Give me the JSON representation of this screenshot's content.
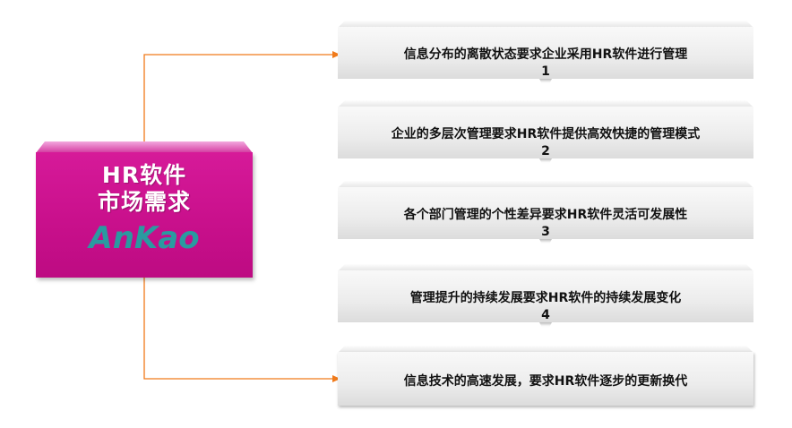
{
  "source": {
    "title_line1": "HR软件",
    "title_line2": "市场需求",
    "logo_text": "AnKao",
    "fill_color": "#c9108c",
    "logo_color": "#2a9aa0"
  },
  "connector_color": "#f07a1a",
  "steps": [
    {
      "label": "信息分布的离散状态要求企业采用HR软件进行管理",
      "number": "1"
    },
    {
      "label": "企业的多层次管理要求HR软件提供高效快捷的管理模式",
      "number": "2"
    },
    {
      "label": "各个部门管理的个性差异要求HR软件灵活可发展性",
      "number": "3"
    },
    {
      "label": "管理提升的持续发展要求HR软件的持续发展变化",
      "number": "4"
    },
    {
      "label": "信息技术的高速发展，要求HR软件逐步的更新换代",
      "number": ""
    }
  ]
}
